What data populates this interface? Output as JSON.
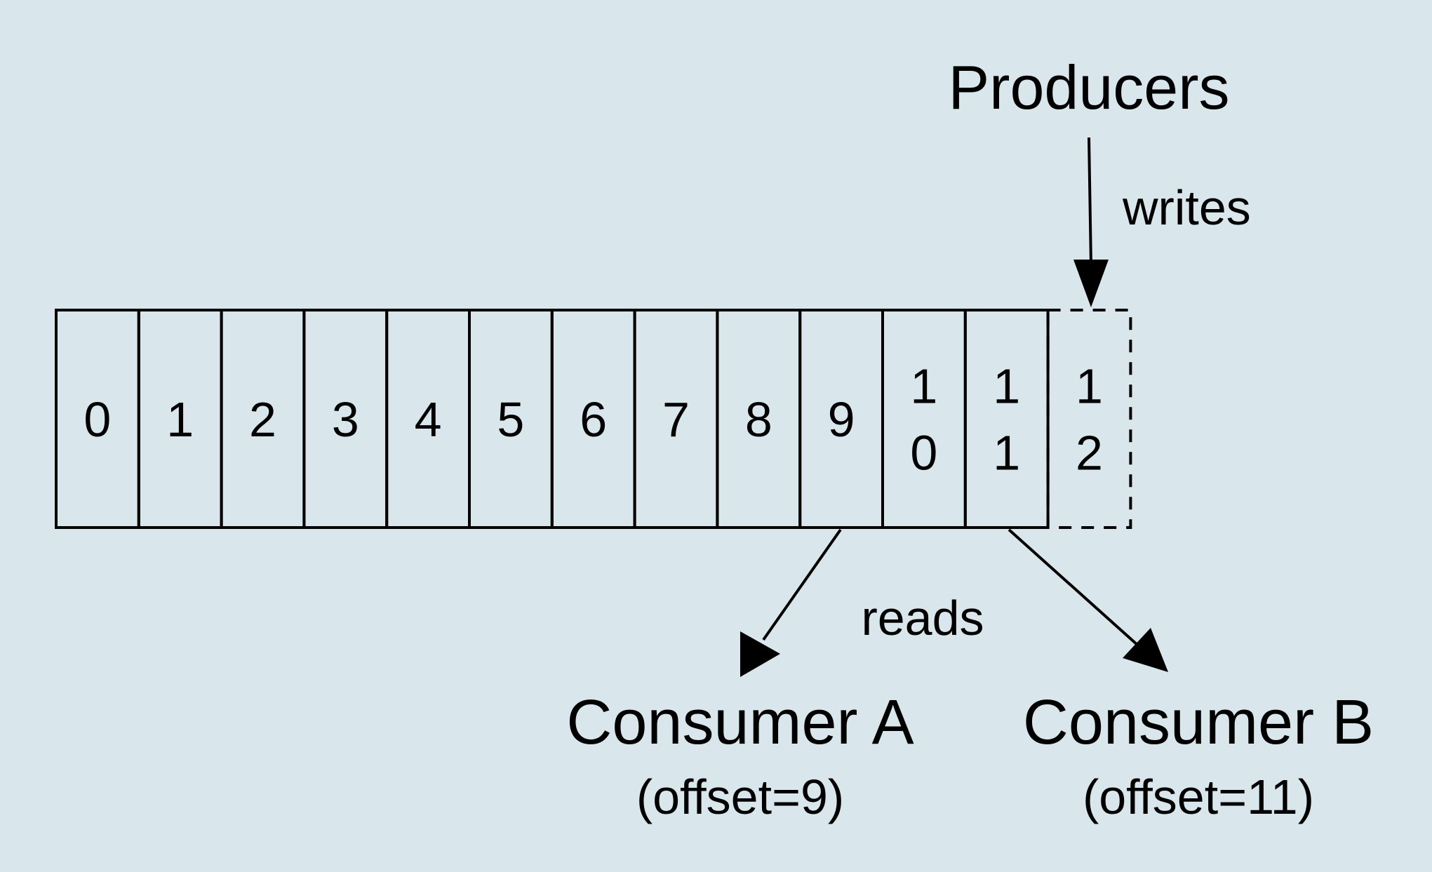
{
  "colors": {
    "background": "#d9e6ec",
    "line": "#000000"
  },
  "log": {
    "cells": [
      {
        "text": "0",
        "written": true
      },
      {
        "text": "1",
        "written": true
      },
      {
        "text": "2",
        "written": true
      },
      {
        "text": "3",
        "written": true
      },
      {
        "text": "4",
        "written": true
      },
      {
        "text": "5",
        "written": true
      },
      {
        "text": "6",
        "written": true
      },
      {
        "text": "7",
        "written": true
      },
      {
        "text": "8",
        "written": true
      },
      {
        "text": "9",
        "written": true
      },
      {
        "text": "10",
        "written": true
      },
      {
        "text": "11",
        "written": true
      },
      {
        "text": "12",
        "written": false
      }
    ]
  },
  "producers": {
    "label": "Producers",
    "action": "writes"
  },
  "reads_label": "reads",
  "consumers": [
    {
      "name": "Consumer A",
      "offset_label": "(offset=9)",
      "offset": 9
    },
    {
      "name": "Consumer B",
      "offset_label": "(offset=11)",
      "offset": 11
    }
  ]
}
